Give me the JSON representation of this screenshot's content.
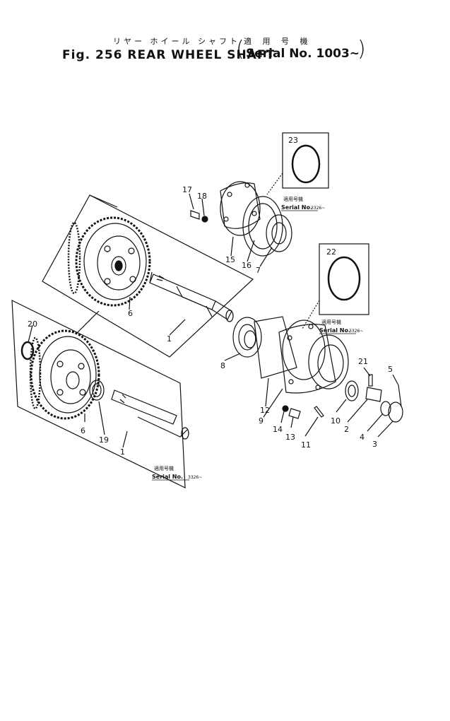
{
  "header": {
    "title_jp": "リヤー ホイール シャフト",
    "title_jp_applicable": "適 用 号 機",
    "title_main": "Fig. 256 REAR WHEEL SHAFT",
    "title_serial": "Serial No. 1003~",
    "paren_open": "(",
    "paren_close": ")"
  },
  "callouts": {
    "c1a": "1",
    "c1b": "1",
    "c2": "2",
    "c3": "3",
    "c4": "4",
    "c5": "5",
    "c6a": "6",
    "c6b": "6",
    "c7": "7",
    "c8": "8",
    "c9": "9",
    "c10": "10",
    "c11": "11",
    "c12": "12",
    "c13": "13",
    "c14": "14",
    "c15": "15",
    "c16": "16",
    "c17": "17",
    "c18": "18",
    "c19": "19",
    "c20": "20",
    "c21": "21",
    "c22": "22",
    "c23": "23"
  },
  "notes": {
    "n1_jp": "適用号機",
    "n1_sn": "Serial No.",
    "n1_num": "3326~",
    "n2_jp": "適用号機",
    "n2_sn": "Serial No.",
    "n2_num": "3326~",
    "n3_jp": "適用号機",
    "n3_sn": "Serial No.",
    "n3_num": "3326~"
  }
}
